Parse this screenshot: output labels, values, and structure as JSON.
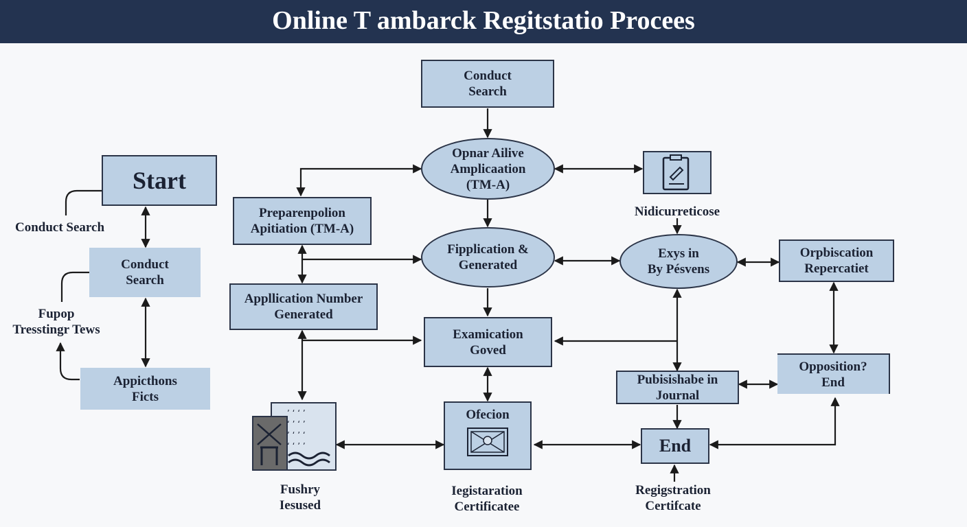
{
  "header": {
    "title": "Online T ambarck Regitstatio Procees"
  },
  "colors": {
    "header_bg": "#233350",
    "node_fill": "#bcd0e4",
    "ink": "#1b2233"
  },
  "nodes": {
    "start": "Start",
    "conduct_search_left": [
      "Conduct",
      "Search"
    ],
    "applicthons_ficts": [
      "Appicthons",
      "Ficts"
    ],
    "conduct_search_top": [
      "Conduct",
      "Search"
    ],
    "preparenpolion": [
      "Preparenpolion",
      "Apitiation (TM-A)"
    ],
    "application_number": [
      "Appllication Number",
      "Generated"
    ],
    "opnar_ailive": [
      "Opnar Ailive",
      "Amplicaation",
      "(TM-A)"
    ],
    "fipplication": [
      "Fipplication &",
      "Generated"
    ],
    "examication": [
      "Examication",
      "Goved"
    ],
    "ofecion": "Ofecion",
    "exysin": [
      "Exys in",
      "By Pésvens"
    ],
    "orpbiscation": [
      "Orpbiscation",
      "Repercatiet"
    ],
    "pubisishabe": [
      "Pubisishabe in",
      "Journal"
    ],
    "opposition": [
      "Opposition?",
      "End"
    ],
    "end": "End"
  },
  "labels": {
    "conduct_search": "Conduct Search",
    "fupop": [
      "Fupop",
      "Tresstingr Tews"
    ],
    "nidicurreticose": "Nidicurreticose",
    "fushry": [
      "Fushry",
      "Iesused"
    ],
    "iegistaration": [
      "Iegistaration",
      "Certificatee"
    ],
    "regigstration": [
      "Regigstration",
      "Certifcate"
    ]
  },
  "icons": {
    "clipboard": "clipboard-icon",
    "gazette": "gazette-document-icon",
    "certificate": "certificate-icon"
  }
}
